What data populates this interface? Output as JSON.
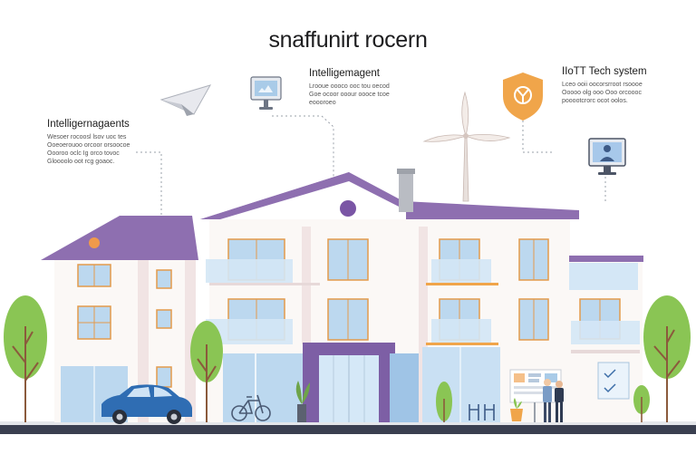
{
  "title": "snaffunirt rocern",
  "callouts": [
    {
      "heading": "Intelligernagaents",
      "lines": [
        "Wesoer rocoosl lsov uoc tes",
        "Ooeoerouoo orcoor orsoocoe",
        "Oooroo oclc Ig orco tovoc",
        "Gloooolo oot rcg goaoc."
      ]
    },
    {
      "heading": "Intelligemagent",
      "lines": [
        "Lrooue oooco ooc tou oecod",
        "Goe ocoor ooour oooce tcoe",
        "eoooroeo"
      ]
    },
    {
      "heading": "IIoTT Tech system",
      "lines": [
        "Lceo ooii oocorsrroot rsoooe",
        "Ooooo olg ooo Ooo orcoooc",
        "pooootcrorc ocot oolos."
      ]
    }
  ],
  "colors": {
    "roof": "#8e6fb0",
    "window": "#bcd8ef",
    "frame": "#e39a4c",
    "tree": "#8ac554",
    "car": "#2f6db3",
    "ground": "#3a3f50",
    "shield": "#f0a54a"
  },
  "icons": [
    "paper-plane-icon",
    "monitor-icon",
    "shield-icon",
    "user-monitor-icon",
    "wind-turbine-icon",
    "bicycle-icon",
    "car-icon"
  ]
}
